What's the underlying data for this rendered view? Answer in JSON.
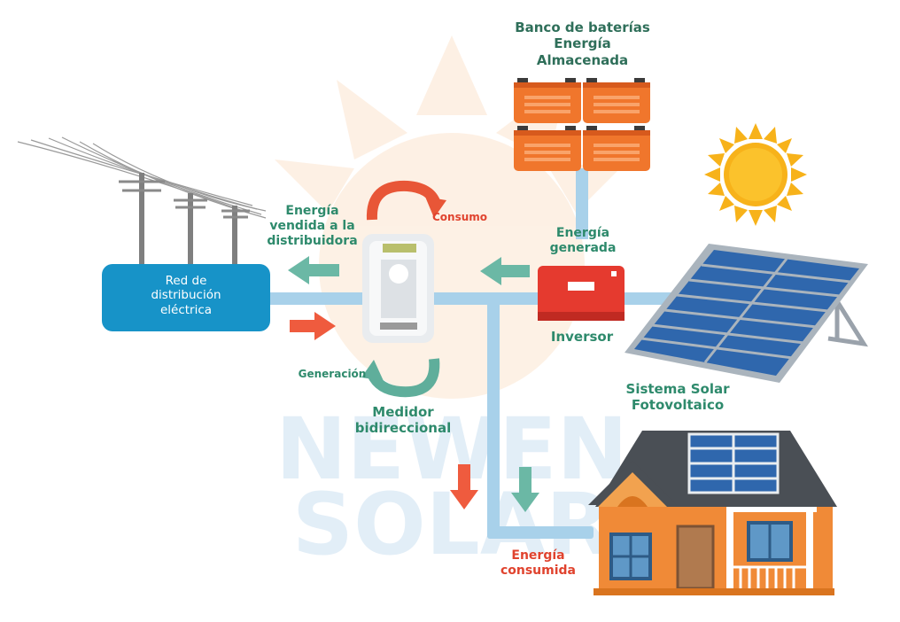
{
  "labels": {
    "battery_line1": "Banco de baterías",
    "battery_line2": "Energía",
    "battery_line3": "Almacenada",
    "grid_line1": "Red de",
    "grid_line2": "distribución",
    "grid_line3": "eléctrica",
    "sold_line1": "Energía",
    "sold_line2": "vendida a la",
    "sold_line3": "distribuidora",
    "consumo": "Consumo",
    "generacion": "Generación",
    "meter_line1": "Medidor",
    "meter_line2": "bidireccional",
    "generated_line1": "Energía",
    "generated_line2": "generada",
    "inverter": "Inversor",
    "solar_line1": "Sistema Solar",
    "solar_line2": "Fotovoltaico",
    "consumed_line1": "Energía",
    "consumed_line2": "consumida"
  },
  "watermark": {
    "line1": "NEWEN",
    "line2": "SOLAR"
  },
  "colors": {
    "pipe": "#a8d1ea",
    "grid_box": "#1793c8",
    "battery": "#f0762c",
    "sell_arrow": "#6bb8a5",
    "buy_arrow": "#ef5b3e",
    "inverter": "#e53a2f",
    "panel": "#2f67ad",
    "sun": "#f7b21a",
    "label_green": "#2e8a6c",
    "label_red": "#e0432e"
  },
  "icons": [
    "power-pole-icon",
    "battery-icon",
    "sun-icon",
    "solar-panel-icon",
    "inverter-icon",
    "meter-icon",
    "house-icon",
    "cycle-arrow-icon",
    "flow-arrow-icon"
  ]
}
